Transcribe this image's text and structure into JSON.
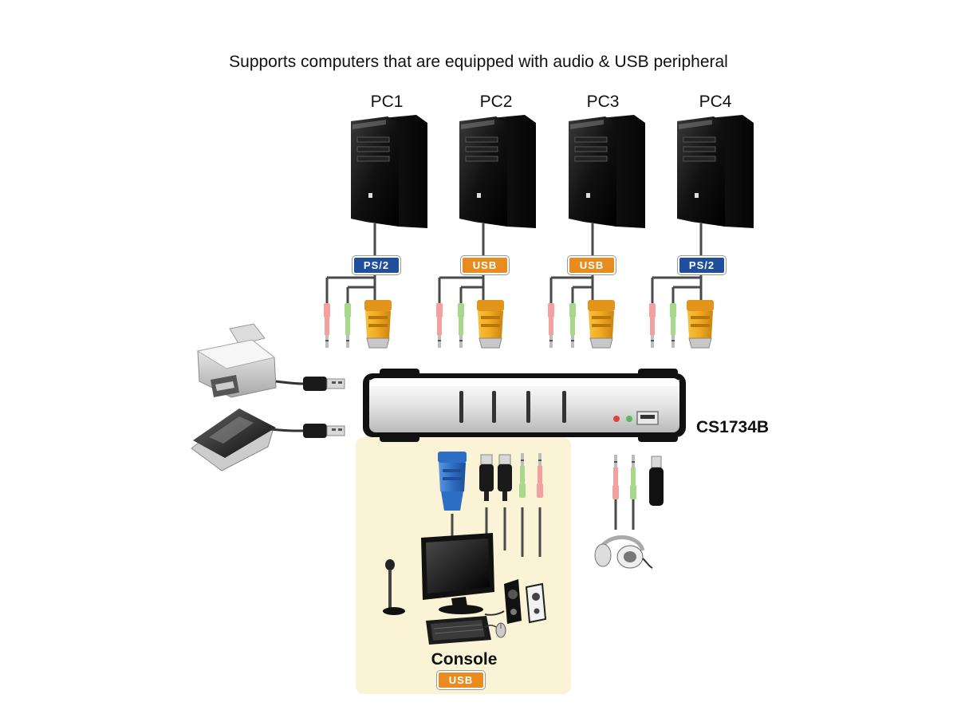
{
  "caption": "Supports computers that are equipped with audio & USB peripheral",
  "computers": [
    {
      "label": "PC1",
      "interface": "PS/2"
    },
    {
      "label": "PC2",
      "interface": "USB"
    },
    {
      "label": "PC3",
      "interface": "USB"
    },
    {
      "label": "PC4",
      "interface": "PS/2"
    }
  ],
  "switch": {
    "model": "CS1734B"
  },
  "console": {
    "label": "Console",
    "interface": "USB"
  },
  "colors": {
    "ps2_badge": "#1f4f9c",
    "usb_badge": "#e98b1f",
    "console_panel": "#fbf3d5",
    "vga_connector": "#f0a820",
    "console_vga": "#2d6fc4",
    "audio_pink": "#f2a0a0",
    "audio_green": "#a8d88a"
  },
  "icons": [
    "computer-tower-icon",
    "vga-connector-icon",
    "audio-plug-icon",
    "printer-icon",
    "scanner-icon",
    "usb-plug-icon",
    "usb-flash-drive-icon",
    "headset-icon",
    "monitor-icon",
    "keyboard-icon",
    "mouse-icon",
    "speaker-icon",
    "microphone-icon",
    "kvm-switch-icon"
  ]
}
